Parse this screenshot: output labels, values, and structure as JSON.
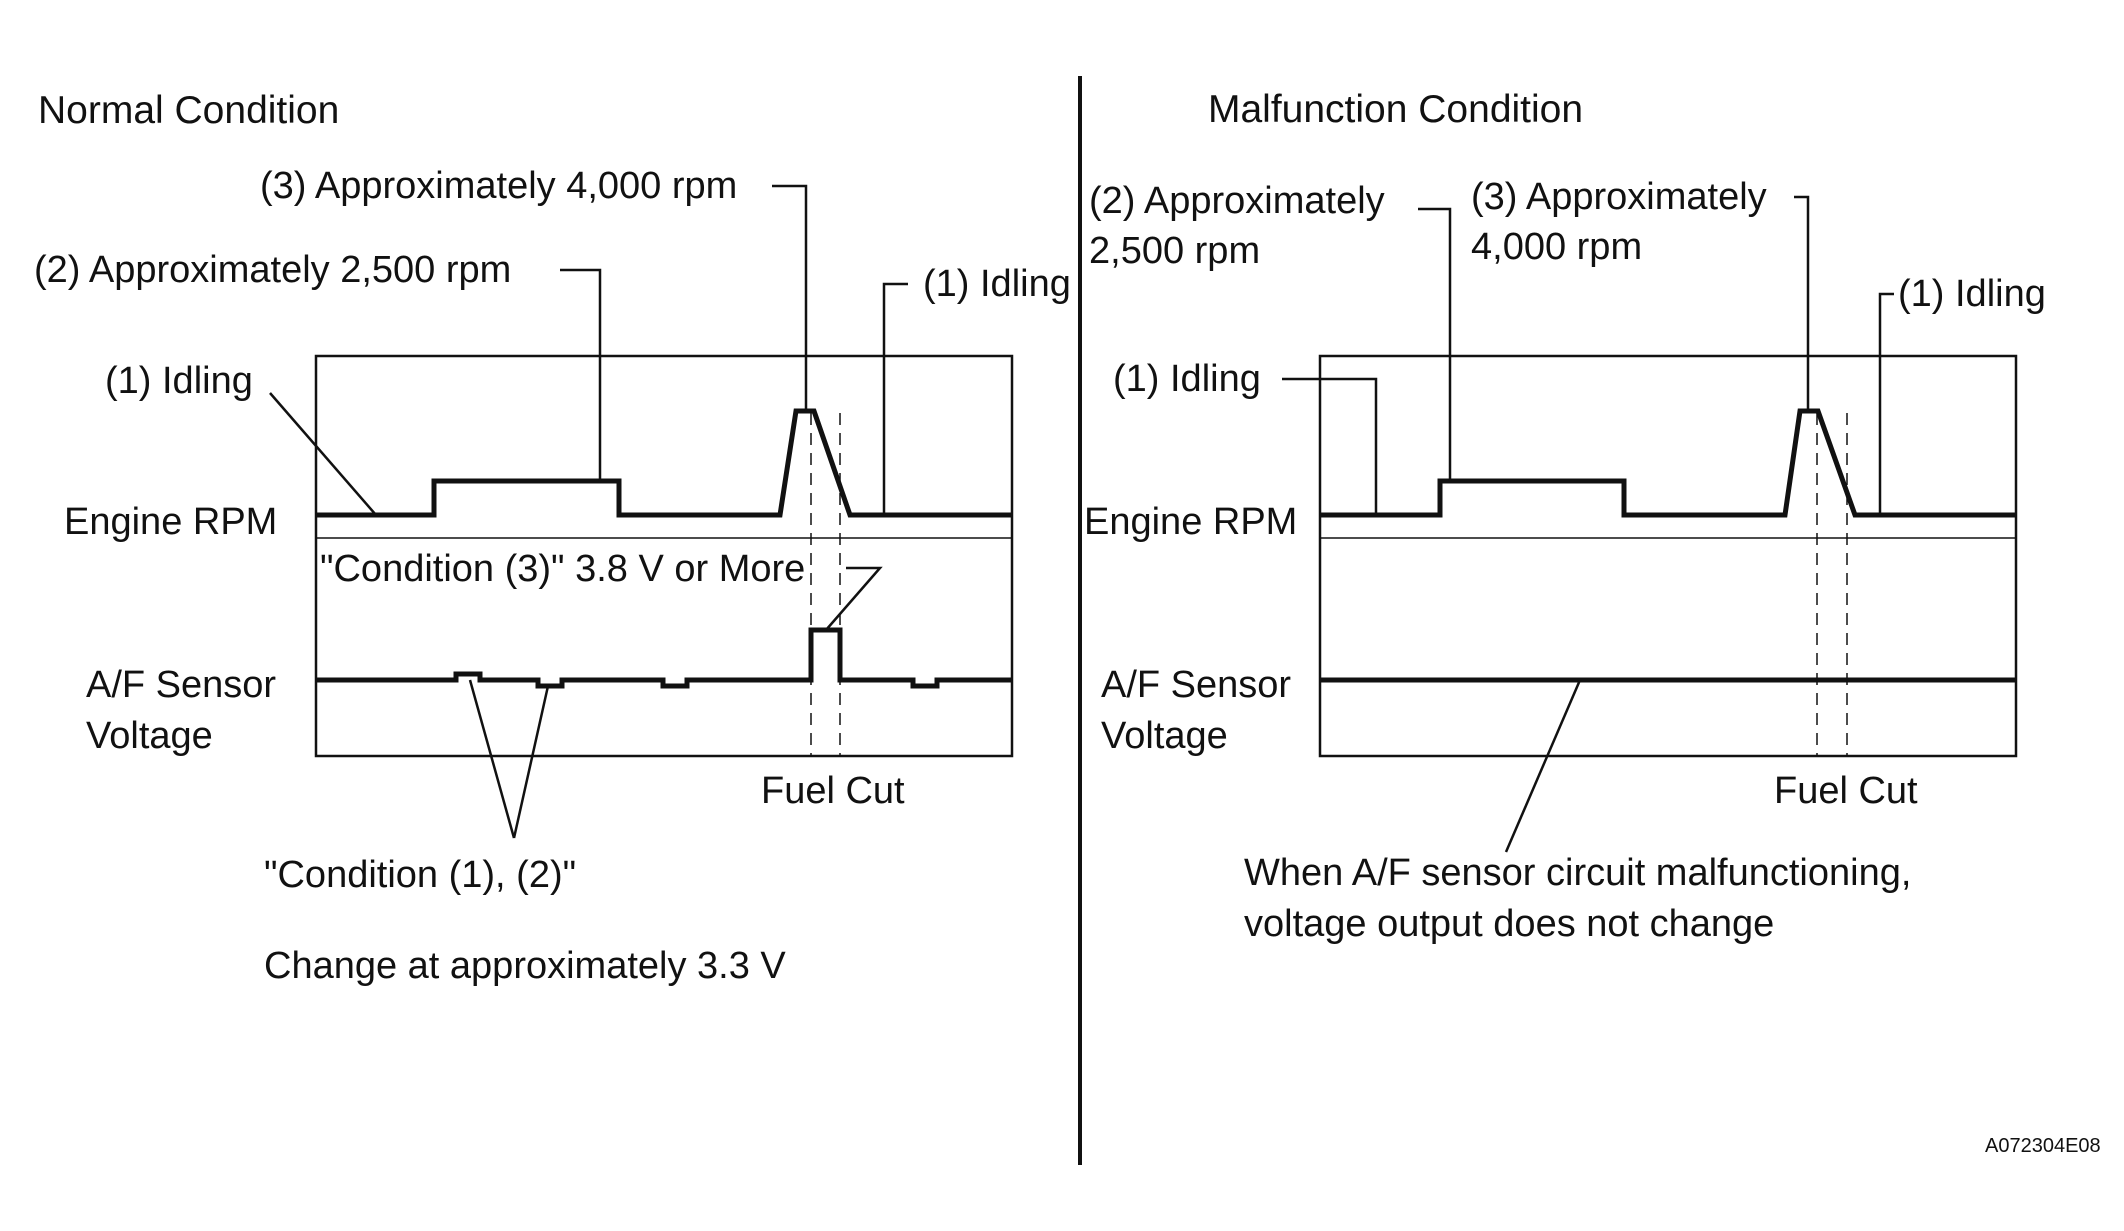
{
  "normal": {
    "title": "Normal Condition",
    "idling_left": "(1) Idling",
    "approx_2500": "(2) Approximately 2,500 rpm",
    "approx_4000": "(3) Approximately 4,000 rpm",
    "idling_right": "(1) Idling",
    "engine_rpm": "Engine RPM",
    "af_sensor_line1": "A/F Sensor",
    "af_sensor_line2": "Voltage",
    "condition3": "\"Condition (3)\" 3.8 V or More",
    "fuel_cut": "Fuel Cut",
    "condition12": "\"Condition (1), (2)\"",
    "change_note": "Change at approximately 3.3  V"
  },
  "malfunction": {
    "title": "Malfunction Condition",
    "approx_2500_line1": "(2) Approximately",
    "approx_2500_line2": "2,500 rpm",
    "approx_4000_line1": "(3) Approximately",
    "approx_4000_line2": "4,000 rpm",
    "idling_right": "(1) Idling",
    "idling_left": "(1) Idling",
    "engine_rpm": "Engine RPM",
    "af_sensor_line1": "A/F Sensor",
    "af_sensor_line2": "Voltage",
    "fuel_cut": "Fuel Cut",
    "note_line1": "When A/F sensor circuit malfunctioning,",
    "note_line2": "voltage output does not change"
  },
  "figure_code": "A072304E08"
}
